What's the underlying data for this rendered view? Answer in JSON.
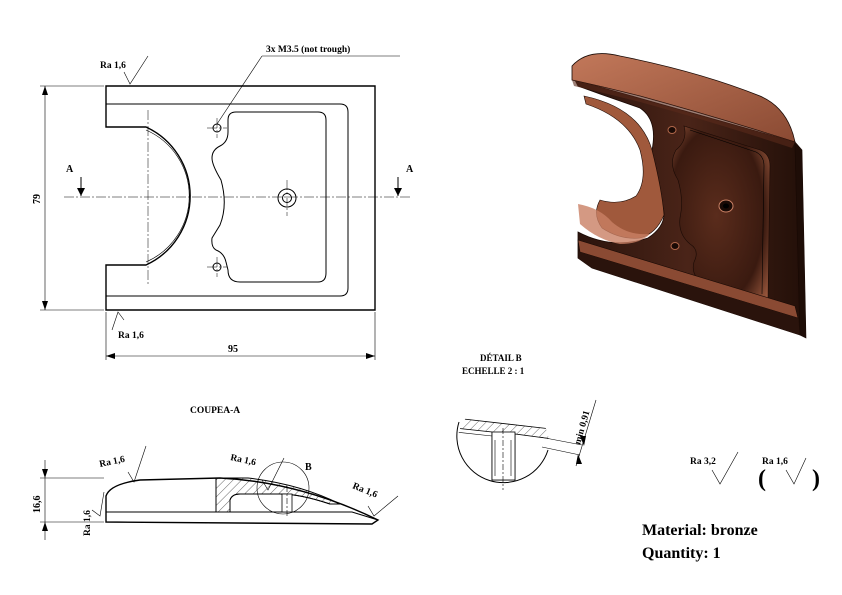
{
  "front_view": {
    "thread_note": "3x M3.5 (not trough)",
    "roughness_top": "Ra 1,6",
    "roughness_bottom": "Ra 1,6",
    "dim_height": "79",
    "dim_width": "95",
    "section_mark_left": "A",
    "section_mark_right": "A"
  },
  "section_view": {
    "title": "COUPEA-A",
    "dim_height": "16,6",
    "roughness_1": "Ra 1,6",
    "roughness_2": "Ra 1,6",
    "roughness_3": "Ra 1,6",
    "roughness_left": "Ra 1,6",
    "detail_callout": "B"
  },
  "detail_view": {
    "title": "DÉTAIL B",
    "scale": "ECHELLE 2 : 1",
    "dim_note": "min 0,91"
  },
  "general_roughness": {
    "main": "Ra 3,2",
    "other": "Ra 1,6",
    "paren_open": "(",
    "paren_close": ")"
  },
  "notes": {
    "material": "Material: bronze",
    "quantity": "Quantity: 1"
  },
  "colors": {
    "bronze_dark": "#3a1c12",
    "bronze_mid": "#6b3524",
    "bronze_light": "#b0674a"
  }
}
